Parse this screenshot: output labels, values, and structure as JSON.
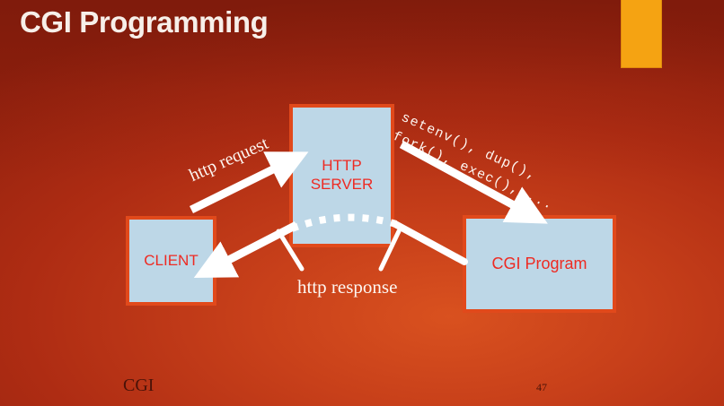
{
  "slide": {
    "title": "CGI Programming",
    "footer_label": "CGI",
    "page_number": "47"
  },
  "theme": {
    "background_center": "#d9511f",
    "background_edge": "#8e1f0d",
    "accent_bar_color": "#f5a312",
    "node_fill": "#bdd7e7",
    "node_border": "#e1491b",
    "node_text": "#ee2a22",
    "arrow_color": "#ffffff",
    "label_text": "#fdf6f1",
    "footer_text": "#4a1208",
    "title_text": "#f7efe9"
  },
  "diagram": {
    "nodes": [
      {
        "id": "client",
        "label": "CLIENT"
      },
      {
        "id": "server",
        "label_line1": "HTTP",
        "label_line2": "SERVER"
      },
      {
        "id": "cgi",
        "label": "CGI Program"
      }
    ],
    "edge_labels": {
      "request": "http request",
      "response": "http response",
      "syscalls_line1": "setenv(), dup(),",
      "syscalls_line2": "fork(), exec(), ..."
    }
  }
}
